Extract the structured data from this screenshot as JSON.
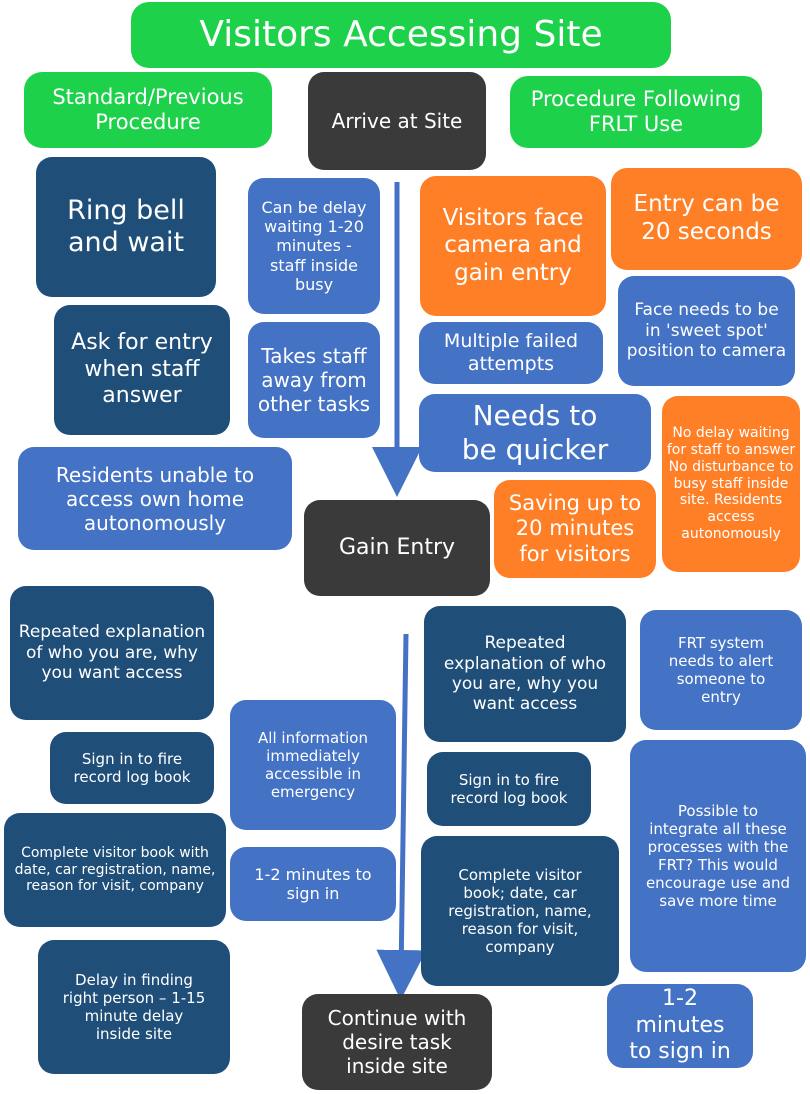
{
  "title": "Visitors Accessing Site",
  "headers": {
    "standard": "Standard/Previous Procedure",
    "frlt": "Procedure Following FRLT Use"
  },
  "flow": {
    "arrive": "Arrive at Site",
    "gain_entry": "Gain Entry",
    "continue_task": "Continue with desire task inside site"
  },
  "standard_entry": {
    "ring_bell": "Ring bell and wait",
    "ask_entry": "Ask for entry when staff answer",
    "residents_unable": "Residents unable to access own home autonomously",
    "delay_waiting": "Can be delay waiting 1-20 minutes - staff inside busy",
    "takes_staff": "Takes staff away from other tasks"
  },
  "frlt_entry": {
    "face_camera": "Visitors face camera and gain entry",
    "entry_20s": "Entry can be 20 seconds",
    "sweet_spot": "Face needs to be in 'sweet spot' position to camera",
    "failed_attempts": "Multiple failed attempts",
    "quicker": "Needs to be quicker",
    "no_delay": "No delay waiting for staff to answer No disturbance to busy staff inside site. Residents access autonomously",
    "saving": "Saving up to 20 minutes for visitors"
  },
  "standard_signin": {
    "repeated": "Repeated explanation of who you are, why you want access",
    "fire_log": "Sign in to fire record log book",
    "visitor_book": "Complete visitor book with date, car registration, name, reason for visit, company",
    "delay_person": "Delay in finding right person – 1-15 minute delay inside site",
    "all_info": "All information immediately accessible in emergency",
    "sign_time": "1-2 minutes to sign in"
  },
  "frlt_signin": {
    "repeated": "Repeated explanation of who you are, why you want access",
    "fire_log": "Sign in to fire record log book",
    "visitor_book": "Complete visitor book; date, car registration, name, reason for visit, company",
    "alert": "FRT system needs to alert someone to entry",
    "integrate": "Possible to integrate all these processes with the FRT? This would encourage use and save more time",
    "sign_time": "1-2 minutes to sign in"
  },
  "colors": {
    "green": "#1ed14b",
    "gray": "#3a3a3a",
    "navy": "#1f4e79",
    "blue": "#4472c4",
    "orange": "#ff7f27"
  }
}
